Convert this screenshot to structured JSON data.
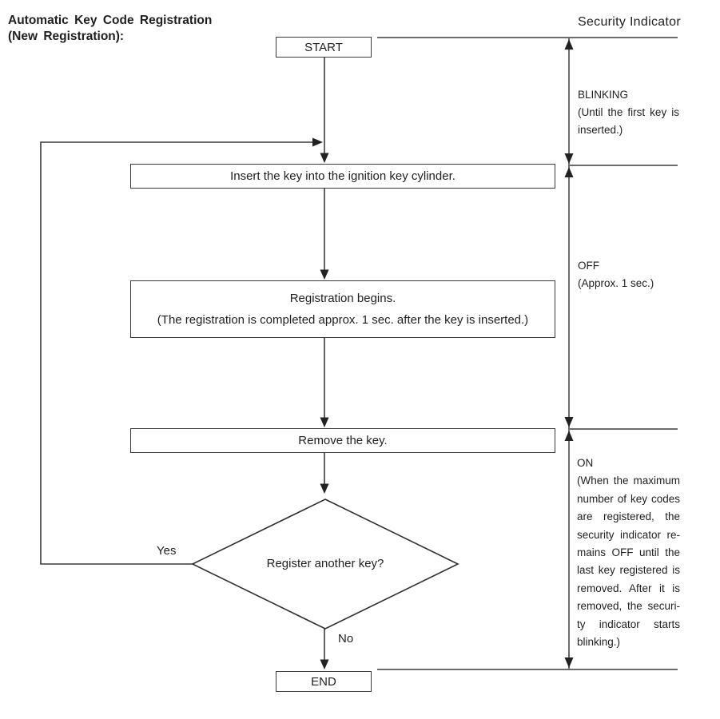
{
  "title": {
    "line1": "Automatic Key Code Registration",
    "line2": "(New Registration):"
  },
  "flow": {
    "start": "START",
    "step1": "Insert the key into the ignition key cylinder.",
    "step2": {
      "line1": "Registration begins.",
      "line2": "(The registration is completed approx. 1 sec. after the key is inserted.)"
    },
    "step3": "Remove the key.",
    "decision": "Register another key?",
    "yes_label": "Yes",
    "no_label": "No",
    "end": "END"
  },
  "security": {
    "heading": "Security Indicator",
    "blinking": {
      "label": "BLINKING",
      "line1": "(Until the first key is",
      "line2": "inserted.)"
    },
    "off": {
      "label": "OFF",
      "line1": "(Approx. 1 sec.)"
    },
    "on": {
      "label": "ON",
      "lines": [
        "(When the maximum",
        "number of key codes",
        "are registered, the",
        "security indicator re-",
        "mains OFF until the",
        "last key registered is",
        "removed. After it is",
        "removed, the securi-",
        "ty indicator starts",
        "blinking.)"
      ]
    }
  },
  "colors": {
    "ink": "#1f1f1f",
    "line": "#3a3a3a",
    "background": "#ffffff"
  }
}
